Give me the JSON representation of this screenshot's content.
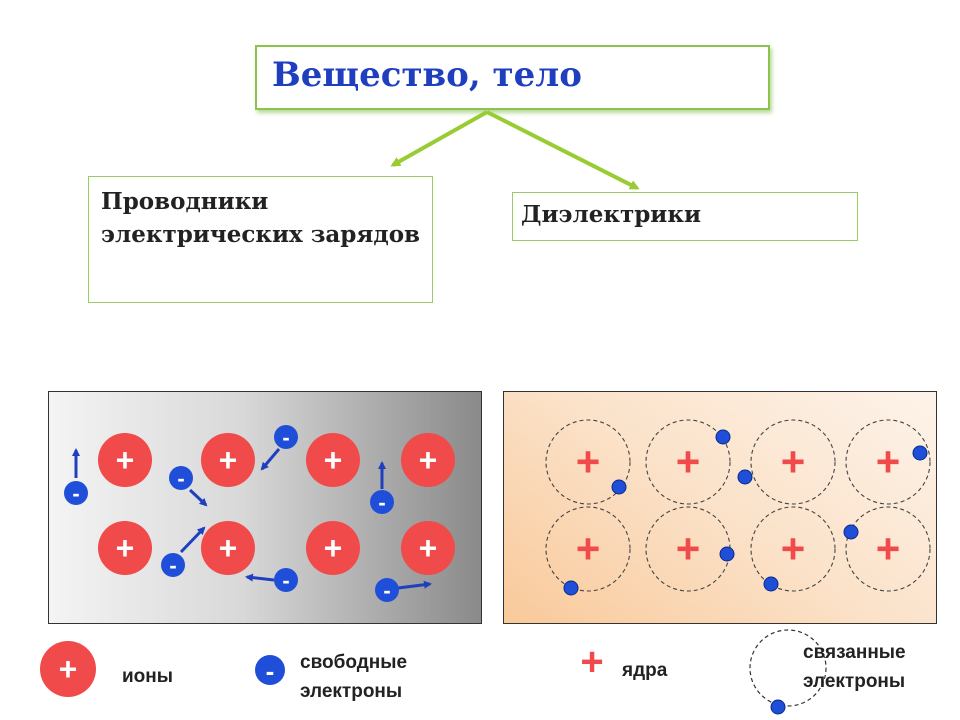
{
  "title": "Вещество, тело",
  "conductors": "Проводники электрических зарядов",
  "dielectrics": "Диэлектрики",
  "ion_sign": "+",
  "electron_sign": "-",
  "legend": {
    "ions": "ионы",
    "free_electrons": "свободные электроны",
    "nuclei": "ядра",
    "bound_electrons": "связанные электроны"
  },
  "colors": {
    "title_text": "#1f3fbf",
    "box_border": "#99cc66",
    "arrow": "#99cc33",
    "ion": "#f04a4a",
    "electron": "#1f4fd8",
    "vector": "#1f3fbf"
  }
}
